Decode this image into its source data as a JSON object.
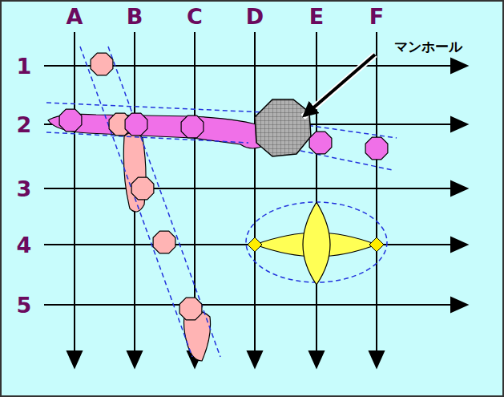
{
  "diagram": {
    "labels": [
      "A",
      "B",
      "C",
      "D",
      "E",
      "F",
      "1",
      "2",
      "3",
      "4",
      "5",
      "マンホール"
    ]
  }
}
